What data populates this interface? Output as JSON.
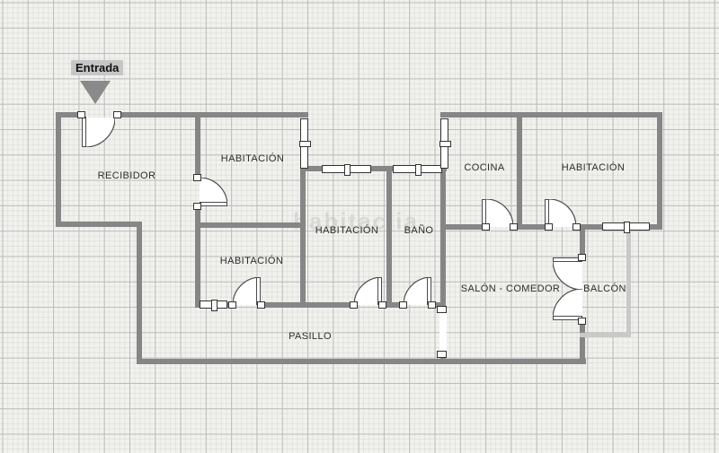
{
  "entrance": {
    "label": "Entrada"
  },
  "watermark": {
    "text": "habitaclia"
  },
  "rooms": [
    {
      "name": "recibidor",
      "label": "RECIBIDOR"
    },
    {
      "name": "habitacion-top-left",
      "label": "HABITACIÓN"
    },
    {
      "name": "habitacion-lower-left",
      "label": "HABITACIÓN"
    },
    {
      "name": "habitacion-center",
      "label": "HABITACIÓN"
    },
    {
      "name": "bano",
      "label": "BAÑO"
    },
    {
      "name": "cocina",
      "label": "COCINA"
    },
    {
      "name": "habitacion-top-right",
      "label": "HABITACIÓN"
    },
    {
      "name": "salon-comedor",
      "label": "SALÓN - COMEDOR"
    },
    {
      "name": "balcon",
      "label": "BALCÓN"
    },
    {
      "name": "pasillo",
      "label": "PASILLO"
    }
  ],
  "colors": {
    "background": "#f1f1ee",
    "grid_major": "#bcbcbc",
    "wall": "#868686",
    "balcony_wall": "#c9c9c9",
    "symbol_outline": "#333333",
    "label_text": "#2d2d2d",
    "entrance_badge_bg": "#c6c6c6",
    "entrance_arrow": "#8a8a8a",
    "watermark_text": "#b5b5b0"
  }
}
